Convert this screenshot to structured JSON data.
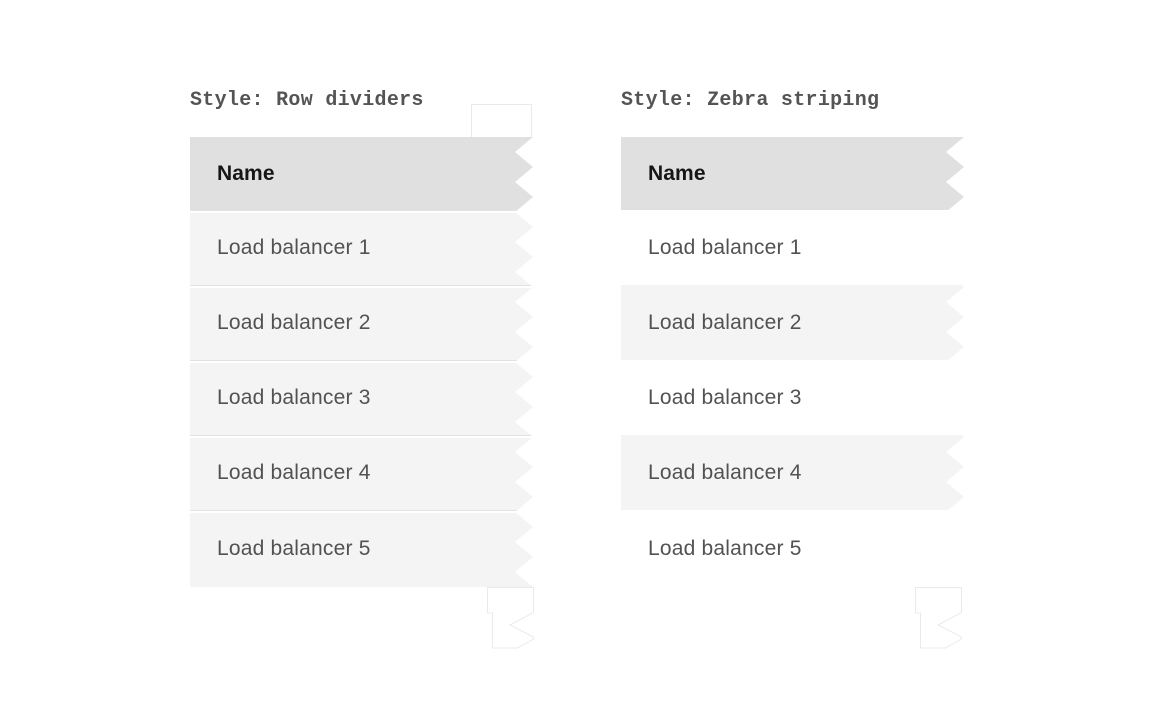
{
  "examples": [
    {
      "label": "Style: Row dividers",
      "table": {
        "header": "Name",
        "rows": [
          "Load balancer 1",
          "Load balancer 2",
          "Load balancer 3",
          "Load balancer 4",
          "Load balancer 5"
        ]
      }
    },
    {
      "label": "Style: Zebra striping",
      "table": {
        "header": "Name",
        "rows": [
          "Load balancer 1",
          "Load balancer 2",
          "Load balancer 3",
          "Load balancer 4",
          "Load balancer 5"
        ]
      }
    }
  ],
  "colors": {
    "page_background": "#ffffff",
    "header_background": "#e0e0e0",
    "header_text": "#161616",
    "row_background": "#f4f4f4",
    "zebra_alt_background": "#ffffff",
    "row_text": "#525252",
    "divider": "#e2e2e2",
    "label_text": "#545454"
  }
}
